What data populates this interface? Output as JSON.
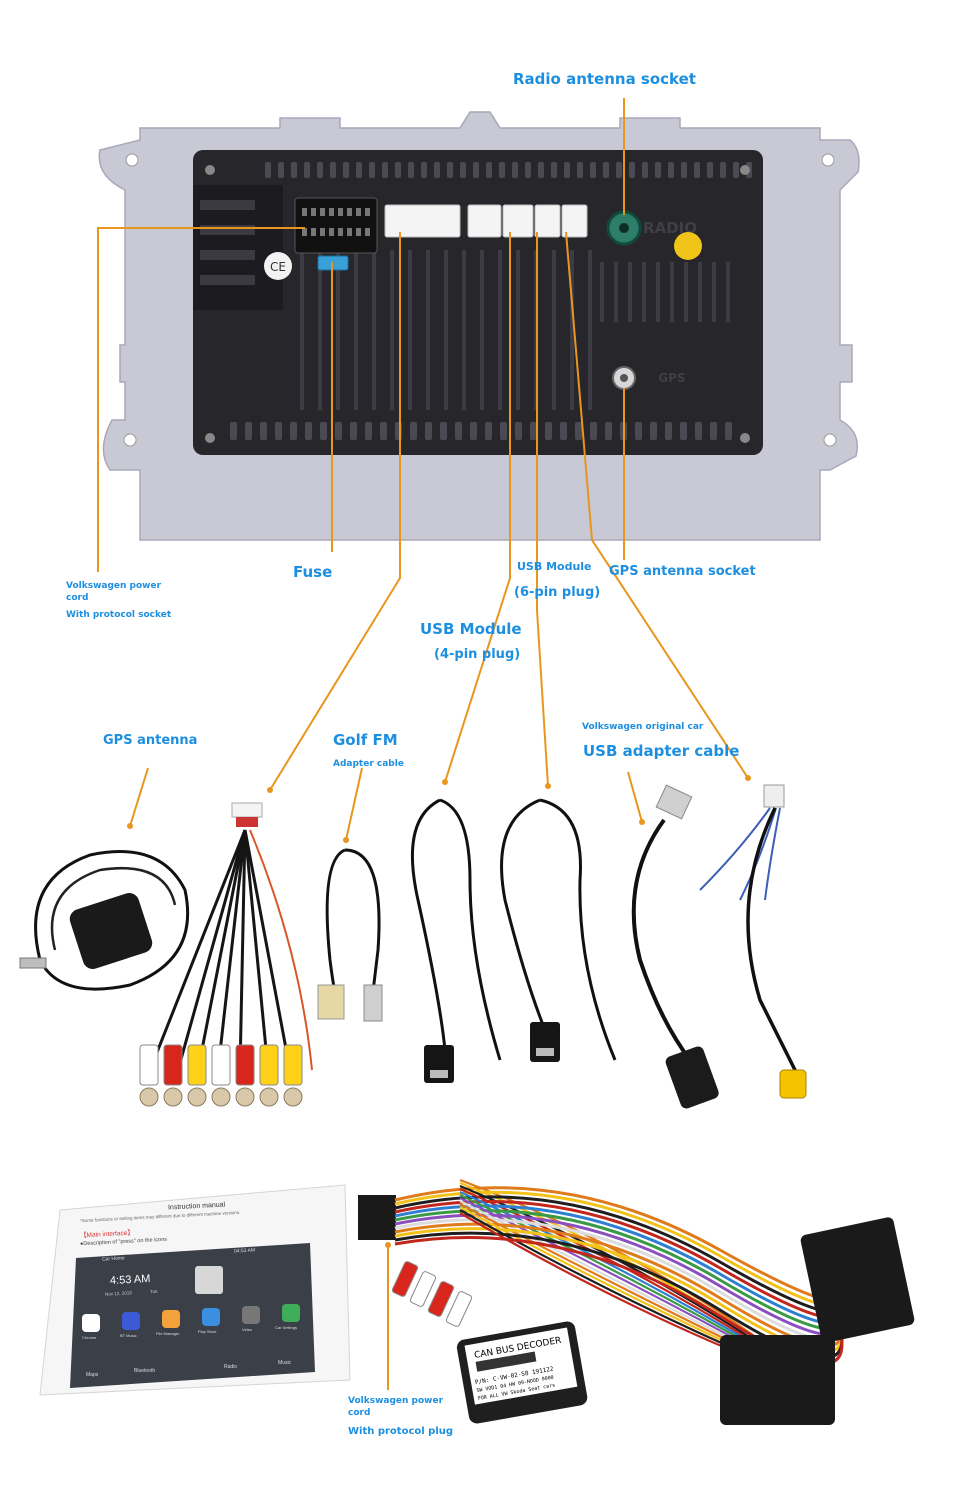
{
  "labels": {
    "radio_antenna_socket": "Radio antenna socket",
    "fuse": "Fuse",
    "vw_power_cord_line1": "Volkswagen power",
    "vw_power_cord_line2": "cord",
    "with_protocol_socket": "With protocol socket",
    "usb_module_6pin_line1": "USB Module",
    "usb_module_6pin_line2": "(6-pin plug)",
    "gps_antenna_socket": "GPS antenna socket",
    "usb_module_4pin_line1": "USB Module",
    "usb_module_4pin_line2": "(4-pin plug)",
    "gps_antenna": "GPS antenna",
    "golf_fm": "Golf FM",
    "adapter_cable": "Adapter cable",
    "vw_original_car": "Volkswagen original car",
    "usb_adapter_cable": "USB adapter cable",
    "vw_power_cord2_line1": "Volkswagen power",
    "vw_power_cord2_line2": "cord",
    "with_protocol_plug": "With protocol plug"
  },
  "unit_marks": {
    "radio_text": "RADIO",
    "gps_text": "GPS"
  },
  "decoder": {
    "title": "CAN BUS DECODER",
    "line1": "P/N: C-VW-02-58  191122",
    "line2": "SW VOD1 04 HW 09-NOOD 0000",
    "line3": "FOR ALL VW Skoda Seat cars"
  },
  "manual": {
    "title": "Instruction manual",
    "note": "*Some functions or setting items may different due to different machine versions.",
    "main_interface": "【Main interface】",
    "description": "●Description of \"press\" on the icons",
    "screen_time": "4:53 AM",
    "screen_date": "Nov 12, 2019",
    "screen_day": "Tue",
    "status_time": "04:53 AM",
    "car_home": "Car Home",
    "apps": [
      "Chrome",
      "BT Music",
      "File Manager",
      "Play Store",
      "Video",
      "Car Settings"
    ],
    "dock": [
      "Maps",
      "Bluetooth",
      "Radio",
      "Music"
    ]
  },
  "colors": {
    "label_blue": "#1d8fe0",
    "leader_orange": "#e8961e",
    "unit_black": "#26262b",
    "bracket_grey": "#c9c9d6"
  }
}
